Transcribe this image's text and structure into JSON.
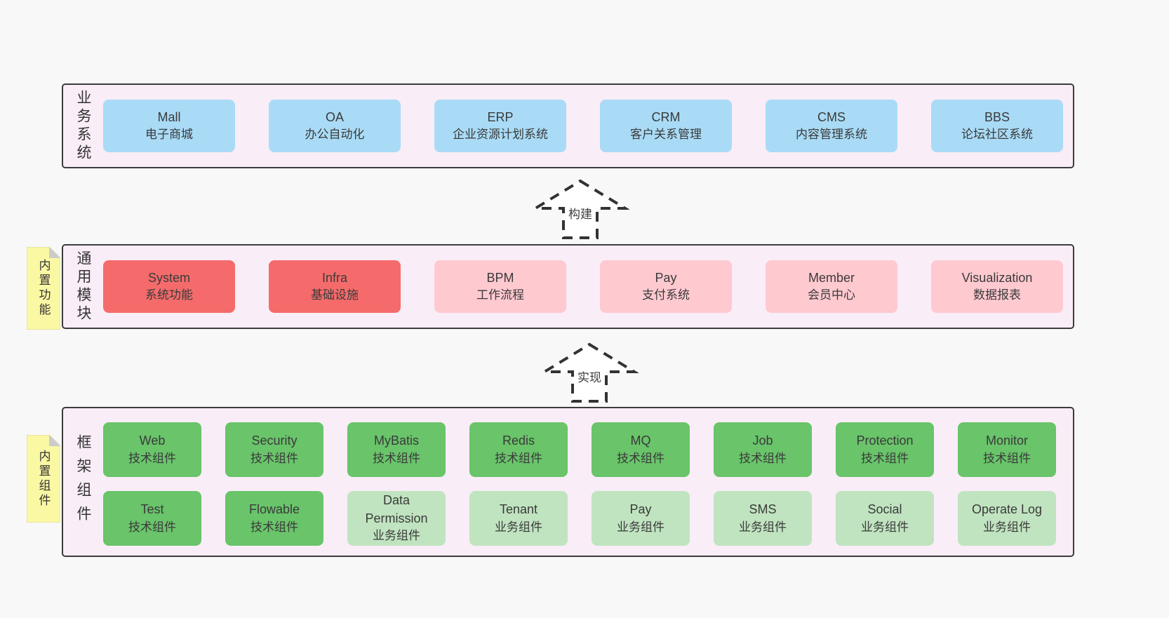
{
  "colors": {
    "page_bg": "#f8f8f8",
    "panel_bg": "#f9edf7",
    "panel_border": "#3c3c3c",
    "box_blue": "#a9dbf6",
    "box_red": "#f56b6b",
    "box_pink": "#ffc9d0",
    "box_green": "#69c46a",
    "box_light_green": "#c0e4c0",
    "sticky_yellow": "#fbf8a4",
    "sticky_fold_gray": "#cccccc",
    "text": "#3a3a3a"
  },
  "sections": [
    {
      "label": "业务系统",
      "boxes": [
        {
          "title": "Mall",
          "subtitle": "电子商城"
        },
        {
          "title": "OA",
          "subtitle": "办公自动化"
        },
        {
          "title": "ERP",
          "subtitle": "企业资源计划系统"
        },
        {
          "title": "CRM",
          "subtitle": "客户关系管理"
        },
        {
          "title": "CMS",
          "subtitle": "内容管理系统"
        },
        {
          "title": "BBS",
          "subtitle": "论坛社区系统"
        }
      ]
    },
    {
      "label": "通用模块",
      "sticky": "内置功能",
      "boxes": [
        {
          "title": "System",
          "subtitle": "系统功能"
        },
        {
          "title": "Infra",
          "subtitle": "基础设施"
        },
        {
          "title": "BPM",
          "subtitle": "工作流程"
        },
        {
          "title": "Pay",
          "subtitle": "支付系统"
        },
        {
          "title": "Member",
          "subtitle": "会员中心"
        },
        {
          "title": "Visualization",
          "subtitle": "数据报表"
        }
      ]
    },
    {
      "label": "框架组件",
      "sticky": "内置组件",
      "rows": [
        [
          {
            "title": "Web",
            "subtitle": "技术组件"
          },
          {
            "title": "Security",
            "subtitle": "技术组件"
          },
          {
            "title": "MyBatis",
            "subtitle": "技术组件"
          },
          {
            "title": "Redis",
            "subtitle": "技术组件"
          },
          {
            "title": "MQ",
            "subtitle": "技术组件"
          },
          {
            "title": "Job",
            "subtitle": "技术组件"
          },
          {
            "title": "Protection",
            "subtitle": "技术组件"
          },
          {
            "title": "Monitor",
            "subtitle": "技术组件"
          }
        ],
        [
          {
            "title": "Test",
            "subtitle": "技术组件"
          },
          {
            "title": "Flowable",
            "subtitle": "技术组件"
          },
          {
            "title": "Data Permission",
            "subtitle": "业务组件"
          },
          {
            "title": "Tenant",
            "subtitle": "业务组件"
          },
          {
            "title": "Pay",
            "subtitle": "业务组件"
          },
          {
            "title": "SMS",
            "subtitle": "业务组件"
          },
          {
            "title": "Social",
            "subtitle": "业务组件"
          },
          {
            "title": "Operate Log",
            "subtitle": "业务组件"
          }
        ]
      ]
    }
  ],
  "arrows": [
    {
      "label": "构建"
    },
    {
      "label": "实现"
    }
  ]
}
